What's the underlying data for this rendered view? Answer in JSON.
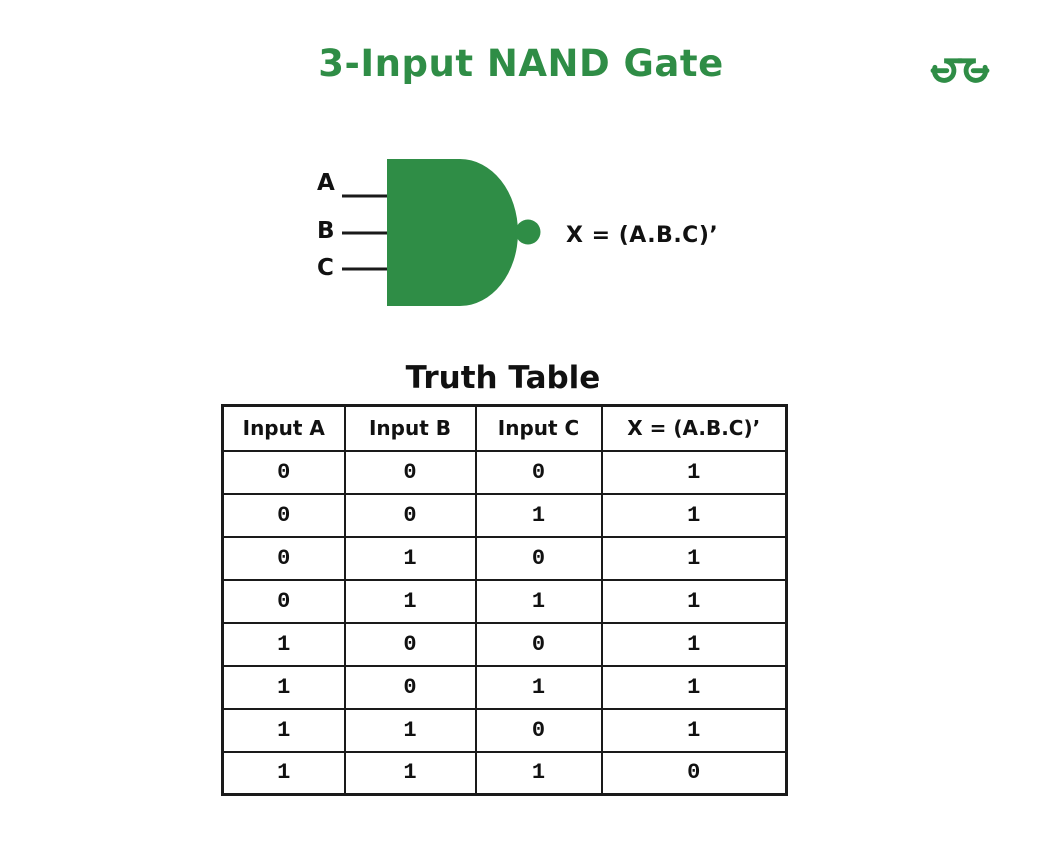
{
  "page": {
    "background": "#ffffff",
    "accent_green": "#2F8D46",
    "text_color": "#111111"
  },
  "header": {
    "title": "3-Input NAND Gate",
    "logo": "geeksforgeeks-logo"
  },
  "gate": {
    "type": "3-input NAND gate symbol",
    "body_color": "#2F8D46",
    "inputs": [
      "A",
      "B",
      "C"
    ],
    "output_label": "X = (A.B.C)’"
  },
  "truth_table": {
    "title": "Truth Table",
    "columns": [
      "Input A",
      "Input B",
      "Input C",
      "X = (A.B.C)’"
    ],
    "rows": [
      [
        "0",
        "0",
        "0",
        "1"
      ],
      [
        "0",
        "0",
        "1",
        "1"
      ],
      [
        "0",
        "1",
        "0",
        "1"
      ],
      [
        "0",
        "1",
        "1",
        "1"
      ],
      [
        "1",
        "0",
        "0",
        "1"
      ],
      [
        "1",
        "0",
        "1",
        "1"
      ],
      [
        "1",
        "1",
        "0",
        "1"
      ],
      [
        "1",
        "1",
        "1",
        "0"
      ]
    ]
  }
}
